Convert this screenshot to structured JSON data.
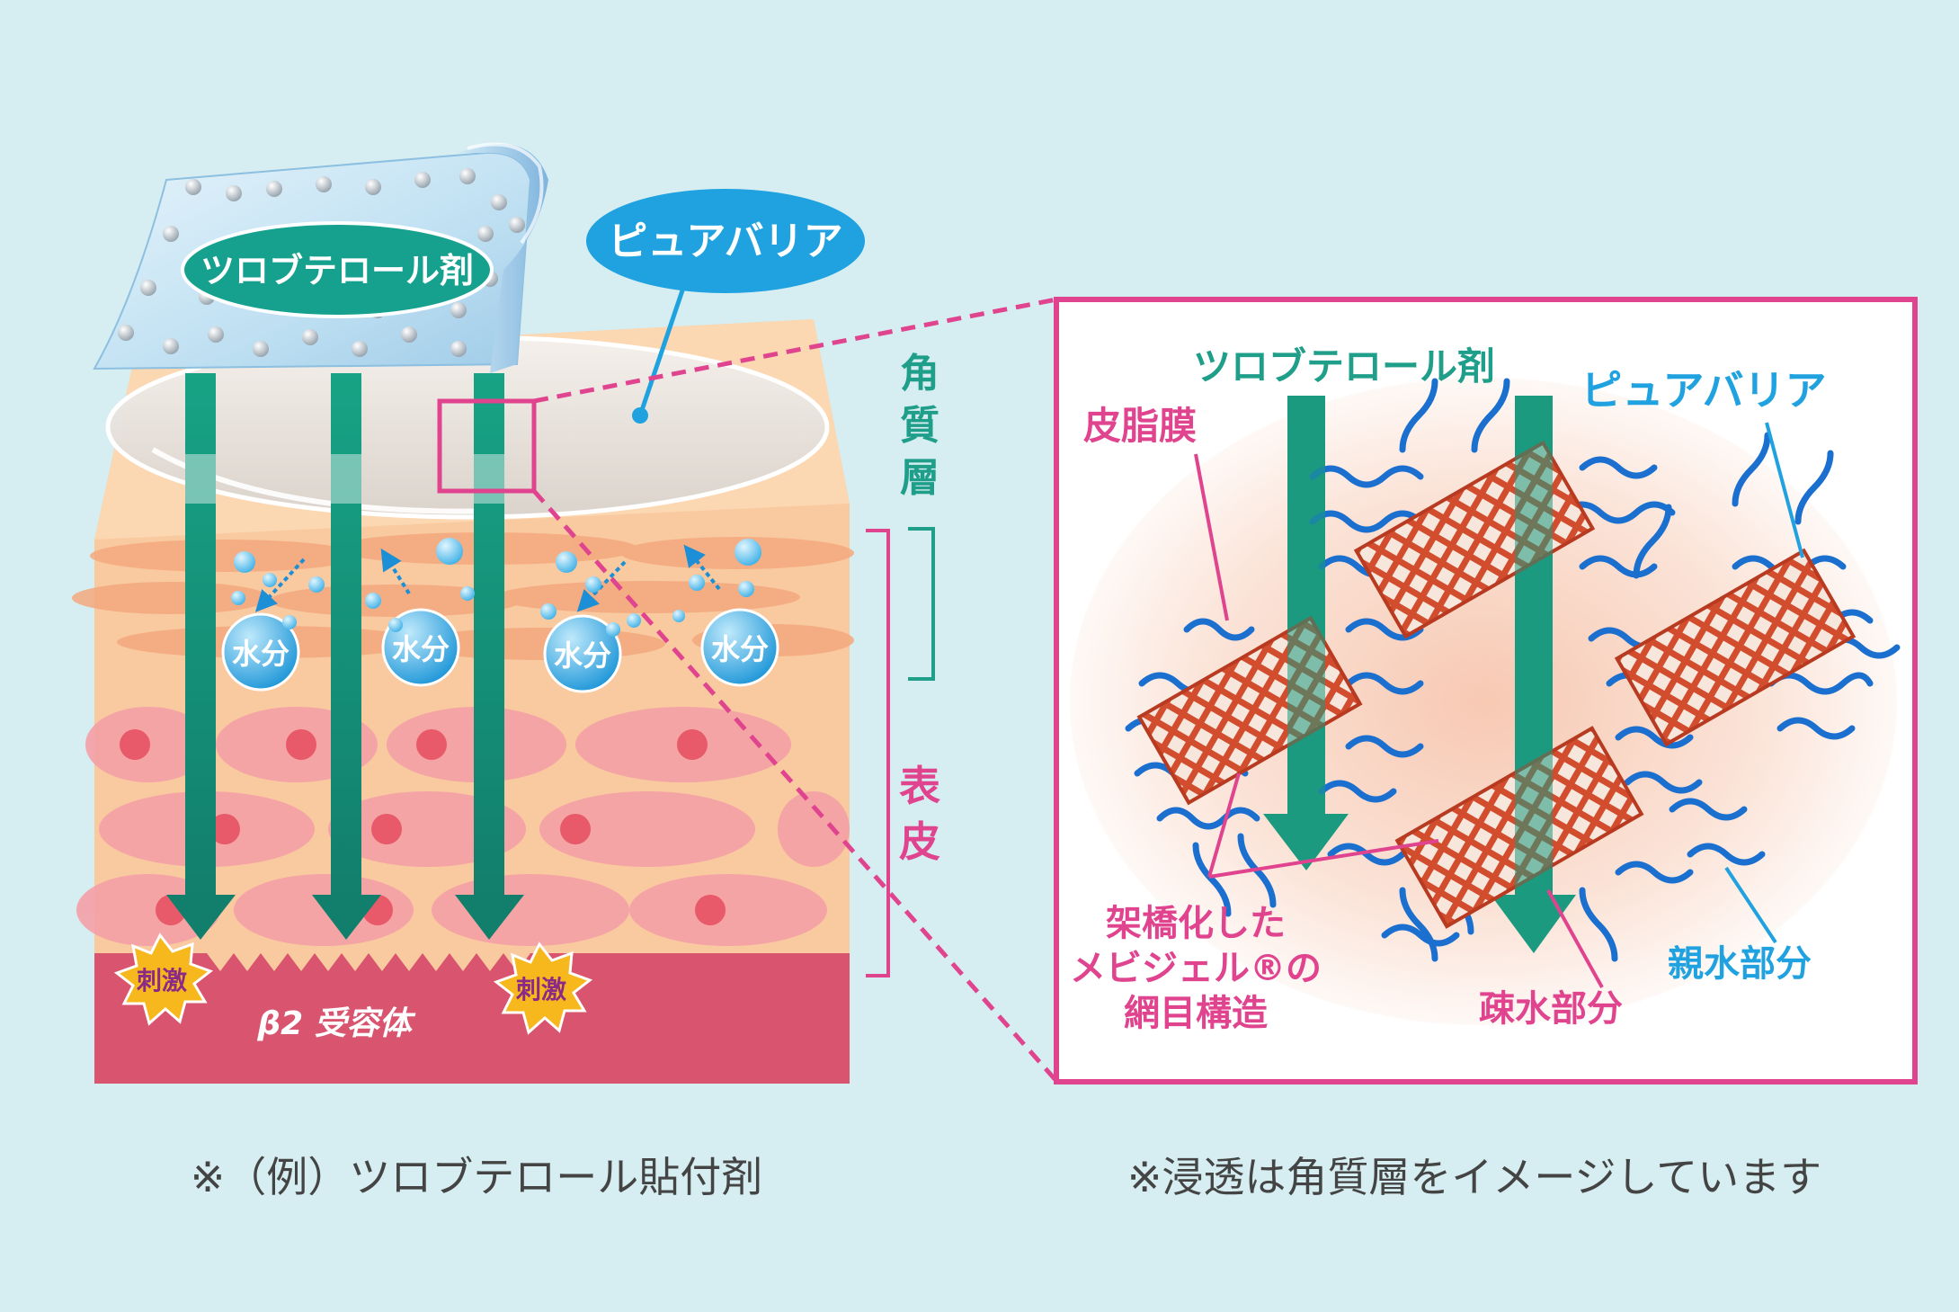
{
  "colors": {
    "background": "#d6eef1",
    "teal": "#1f9e8a",
    "blue": "#1fa2df",
    "pink": "#e0448e",
    "network_red": "#cf4a2c",
    "network_blue": "#1a6fcf",
    "receptor": "#d9546e",
    "skin_peach": "#f9c9a0",
    "star_yellow": "#f7b81d"
  },
  "left_diagram": {
    "patch_label": "ツロブテロール剤",
    "barrier_label": "ピュアバリア",
    "stratum_corneum_label": "角質層",
    "epidermis_label": "表皮",
    "water_label": "水分",
    "stimulus_label": "刺激",
    "receptor_label": "β2 受容体",
    "caption": "※（例）ツロブテロール貼付剤"
  },
  "right_diagram": {
    "drug_label": "ツロブテロール剤",
    "barrier_label": "ピュアバリア",
    "sebum_label": "皮脂膜",
    "crosslink_label_lines": [
      "架橋化した",
      "メビジェル®の",
      "網目構造"
    ],
    "hydrophobic_label": "疎水部分",
    "hydrophilic_label": "親水部分",
    "caption": "※浸透は角質層をイメージしています"
  }
}
